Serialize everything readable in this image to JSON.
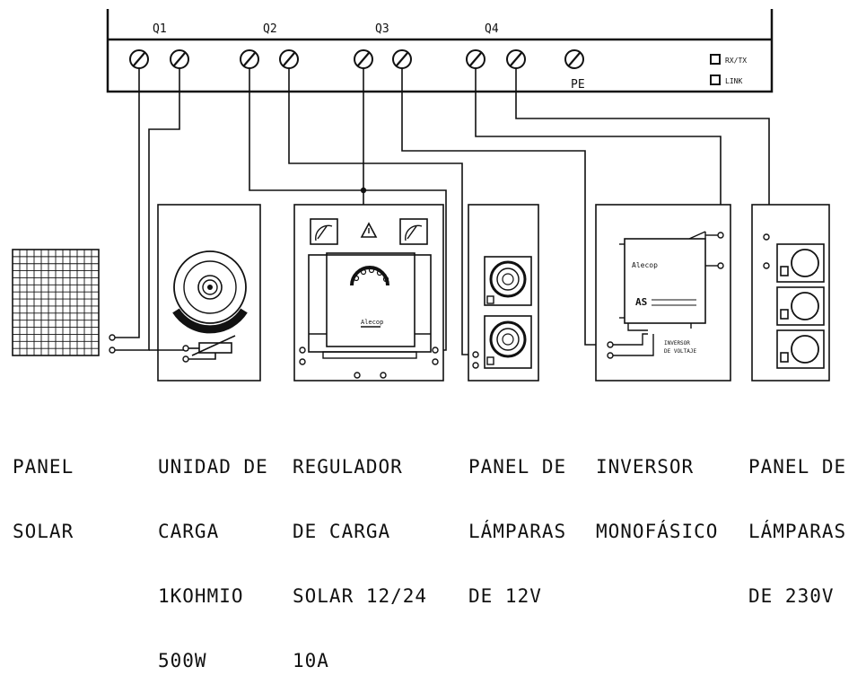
{
  "terminals": {
    "q1": "Q1",
    "q2": "Q2",
    "q3": "Q3",
    "q4": "Q4",
    "pe": "PE",
    "rxtx": "RX/TX",
    "link": "LINK"
  },
  "devices": {
    "solar_panel": {
      "lines": [
        "PANEL",
        "SOLAR"
      ]
    },
    "load_unit": {
      "lines": [
        "UNIDAD DE",
        "CARGA",
        "1KOHMIO",
        "500W"
      ]
    },
    "regulator": {
      "lines": [
        "REGULADOR",
        "DE CARGA",
        "SOLAR 12/24",
        "10A"
      ]
    },
    "lamp_panel_12v": {
      "lines": [
        "PANEL DE",
        "LÁMPARAS",
        "DE 12V"
      ]
    },
    "inverter": {
      "lines": [
        "INVERSOR",
        "MONOFÁSICO"
      ],
      "inner_label_1": "INVERSOR",
      "inner_label_2": "DE VOLTAJE"
    },
    "lamp_panel_230v": {
      "lines": [
        "PANEL DE",
        "LÁMPARAS",
        "DE 230V"
      ]
    }
  },
  "brand": "Alecop"
}
